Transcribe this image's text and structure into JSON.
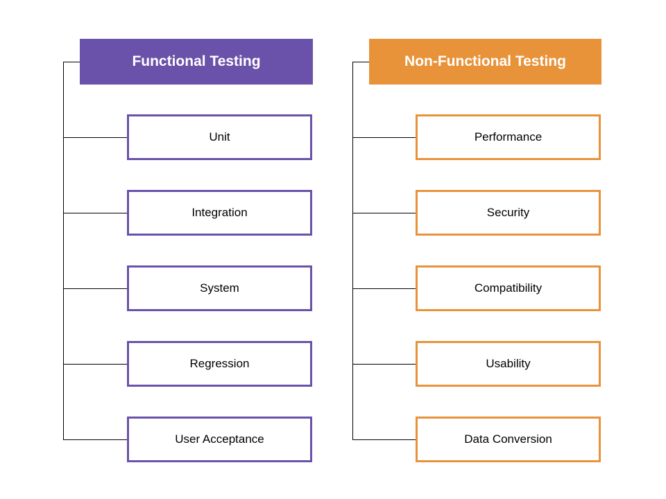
{
  "columns": [
    {
      "title": "Functional Testing",
      "color": "#6a51a9",
      "items": [
        {
          "label": "Unit"
        },
        {
          "label": "Integration"
        },
        {
          "label": "System"
        },
        {
          "label": "Regression"
        },
        {
          "label": "User Acceptance"
        }
      ]
    },
    {
      "title": "Non-Functional Testing",
      "color": "#e8933a",
      "items": [
        {
          "label": "Performance"
        },
        {
          "label": "Security"
        },
        {
          "label": "Compatibility"
        },
        {
          "label": "Usability"
        },
        {
          "label": "Data Conversion"
        }
      ]
    }
  ]
}
